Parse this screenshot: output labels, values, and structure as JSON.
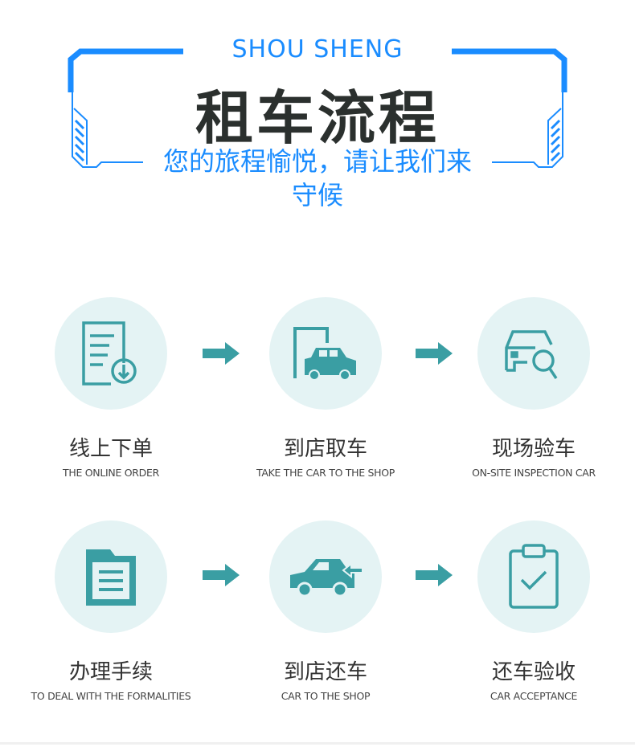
{
  "header": {
    "brand_en": "SHOU SHENG",
    "title": "租车流程",
    "subtitle": "您的旅程愉悦，请让我们来守候",
    "accent_color": "#1a8cff"
  },
  "steps": [
    {
      "zh": "线上下单",
      "en": "THE ONLINE ORDER",
      "icon": "document-download-icon"
    },
    {
      "zh": "到店取车",
      "en": "TAKE THE CAR TO THE SHOP",
      "icon": "car-garage-icon"
    },
    {
      "zh": "现场验车",
      "en": "ON-SITE INSPECTION CAR",
      "icon": "car-inspect-icon"
    },
    {
      "zh": "办理手续",
      "en": "TO DEAL WITH THE FORMALITIES",
      "icon": "folder-document-icon"
    },
    {
      "zh": "到店还车",
      "en": "CAR TO THE SHOP",
      "icon": "car-return-icon"
    },
    {
      "zh": "还车验收",
      "en": "CAR ACCEPTANCE",
      "icon": "clipboard-check-icon"
    }
  ],
  "colors": {
    "icon": "#3a9ea3",
    "circle": "#e4f3f4"
  }
}
